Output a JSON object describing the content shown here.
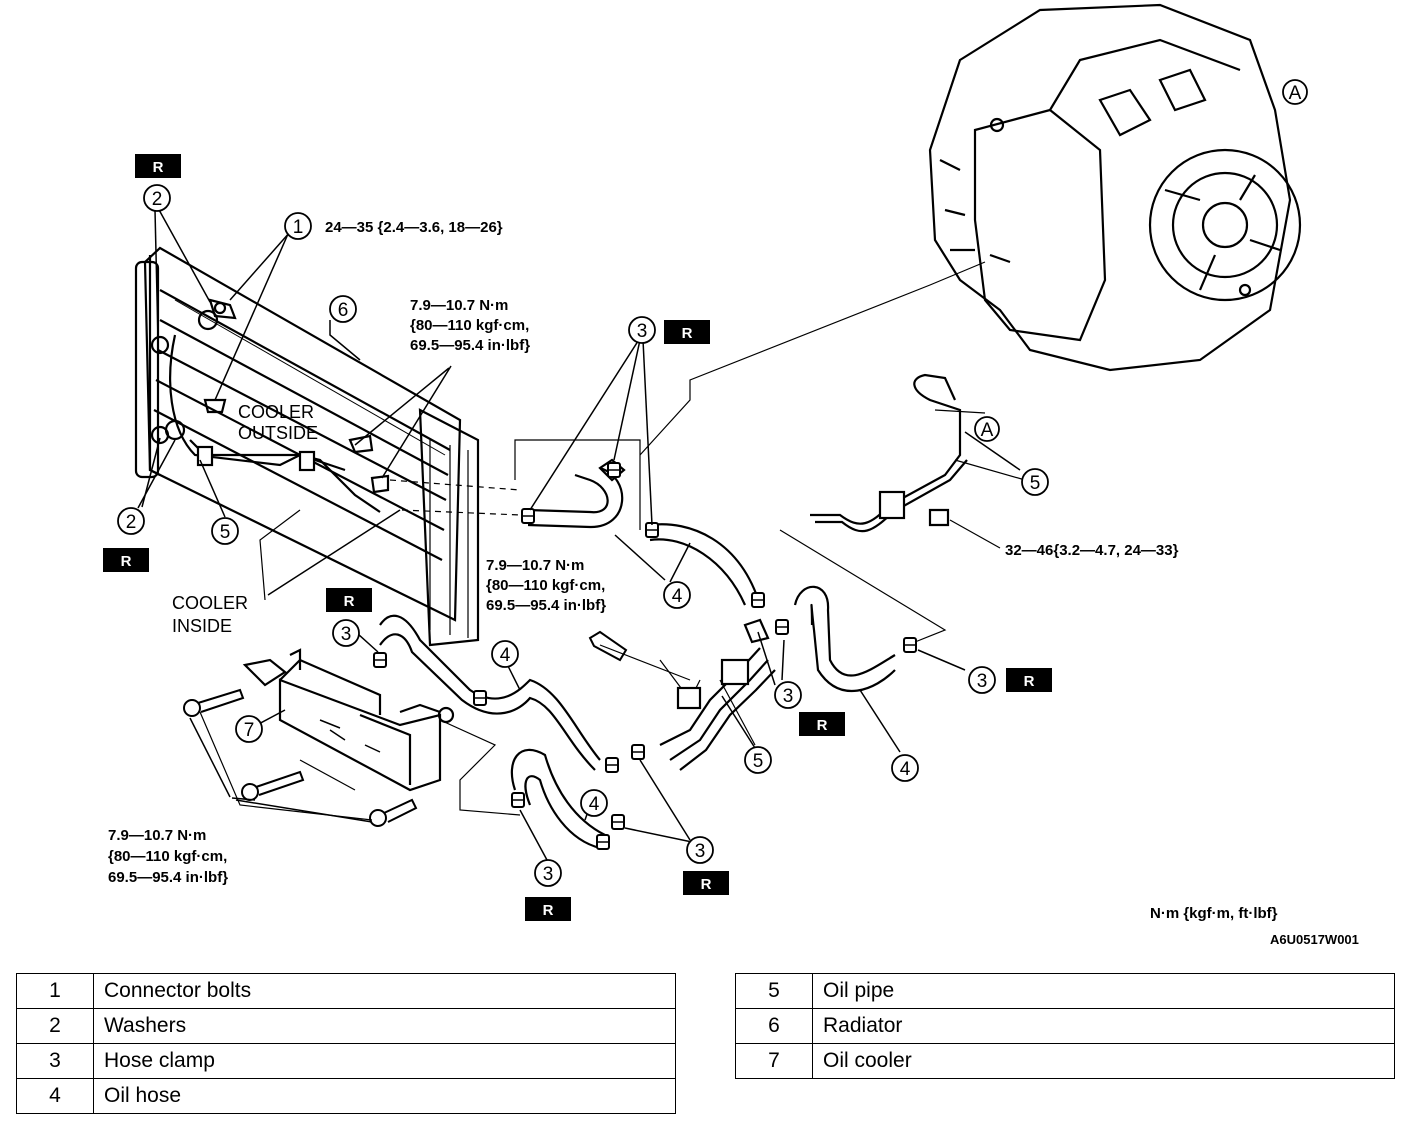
{
  "diagram": {
    "torque_1": "24—35 {2.4—3.6, 18—26}",
    "torque_2_line1": "7.9—10.7 N·m",
    "torque_2_line2": "{80—110 kgf·cm,",
    "torque_2_line3": "69.5—95.4 in·lbf}",
    "torque_3_line1": "7.9—10.7 N·m",
    "torque_3_line2": "{80—110 kgf·cm,",
    "torque_3_line3": "69.5—95.4 in·lbf}",
    "torque_4_line1": "7.9—10.7 N·m",
    "torque_4_line2": "{80—110 kgf·cm,",
    "torque_4_line3": "69.5—95.4 in·lbf}",
    "torque_5": "32—46{3.2—4.7, 24—33}",
    "cooler_outside_1": "COOLER",
    "cooler_outside_2": "OUTSIDE",
    "cooler_inside_1": "COOLER",
    "cooler_inside_2": "INSIDE",
    "replace_mark": "R",
    "ref_a": "A",
    "units": "N·m {kgf·m, ft·lbf}",
    "figure_code": "A6U0517W001",
    "n1": "1",
    "n2": "2",
    "n3": "3",
    "n4": "4",
    "n5": "5",
    "n6": "6",
    "n7": "7"
  },
  "legend_left": [
    {
      "num": "1",
      "name": "Connector bolts"
    },
    {
      "num": "2",
      "name": "Washers"
    },
    {
      "num": "3",
      "name": "Hose clamp"
    },
    {
      "num": "4",
      "name": "Oil hose"
    }
  ],
  "legend_right": [
    {
      "num": "5",
      "name": "Oil pipe"
    },
    {
      "num": "6",
      "name": "Radiator"
    },
    {
      "num": "7",
      "name": "Oil cooler"
    }
  ]
}
